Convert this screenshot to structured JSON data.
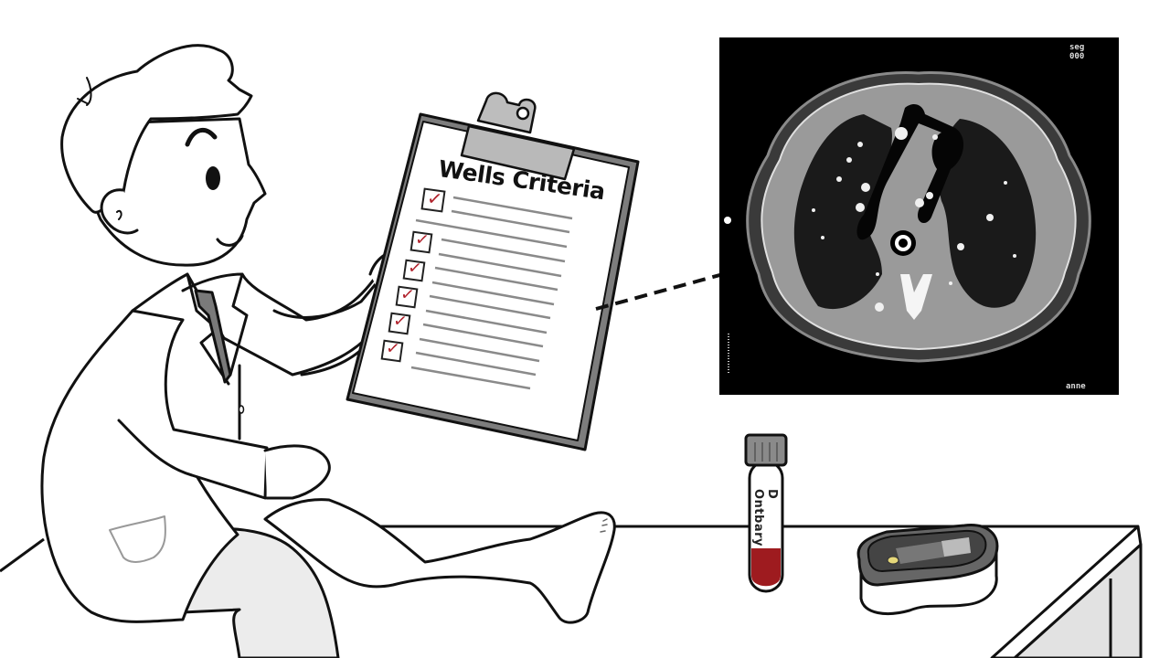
{
  "scene": {
    "description": "Cartoon doctor reviewing Wells Criteria checklist linked to a chest CT scan, with a blood test tube and pulse oximeter on a table"
  },
  "clipboard": {
    "title": "Wells Criteria",
    "items": [
      {
        "checked": true
      },
      {
        "checked": true
      },
      {
        "checked": true
      },
      {
        "checked": true
      },
      {
        "checked": true
      },
      {
        "checked": true
      }
    ],
    "check_color": "#b0202a"
  },
  "ct_scan": {
    "corner_top_line1": "seg",
    "corner_top_line2": "000",
    "corner_bottom": "anne"
  },
  "test_tube": {
    "label": "D Ontbary",
    "blood_color": "#9e1b1f"
  },
  "colors": {
    "outline": "#111111",
    "tie": "#7a7a7a",
    "clipboard_frame": "#7d7d7d",
    "pants": "#ececec",
    "table_side": "#e2e2e2"
  }
}
